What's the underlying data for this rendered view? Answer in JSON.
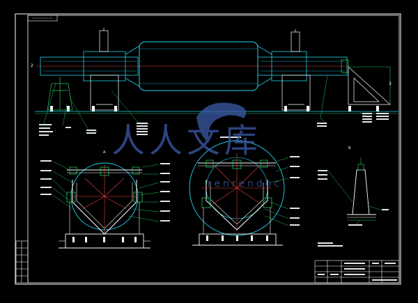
{
  "drawing": {
    "background": "#000000",
    "colors": {
      "frame": "#ffffff",
      "cyan": "#22d3ee",
      "green": "#22c55e",
      "red": "#ef4444",
      "white": "#e5e7eb",
      "watermark": "#3b5ba8"
    },
    "labels": {
      "section_a": "A",
      "section_b": "B",
      "label_2": "2",
      "label_3": "3"
    },
    "watermark": {
      "chars": "人人文库",
      "sub": "renrendoc"
    }
  }
}
